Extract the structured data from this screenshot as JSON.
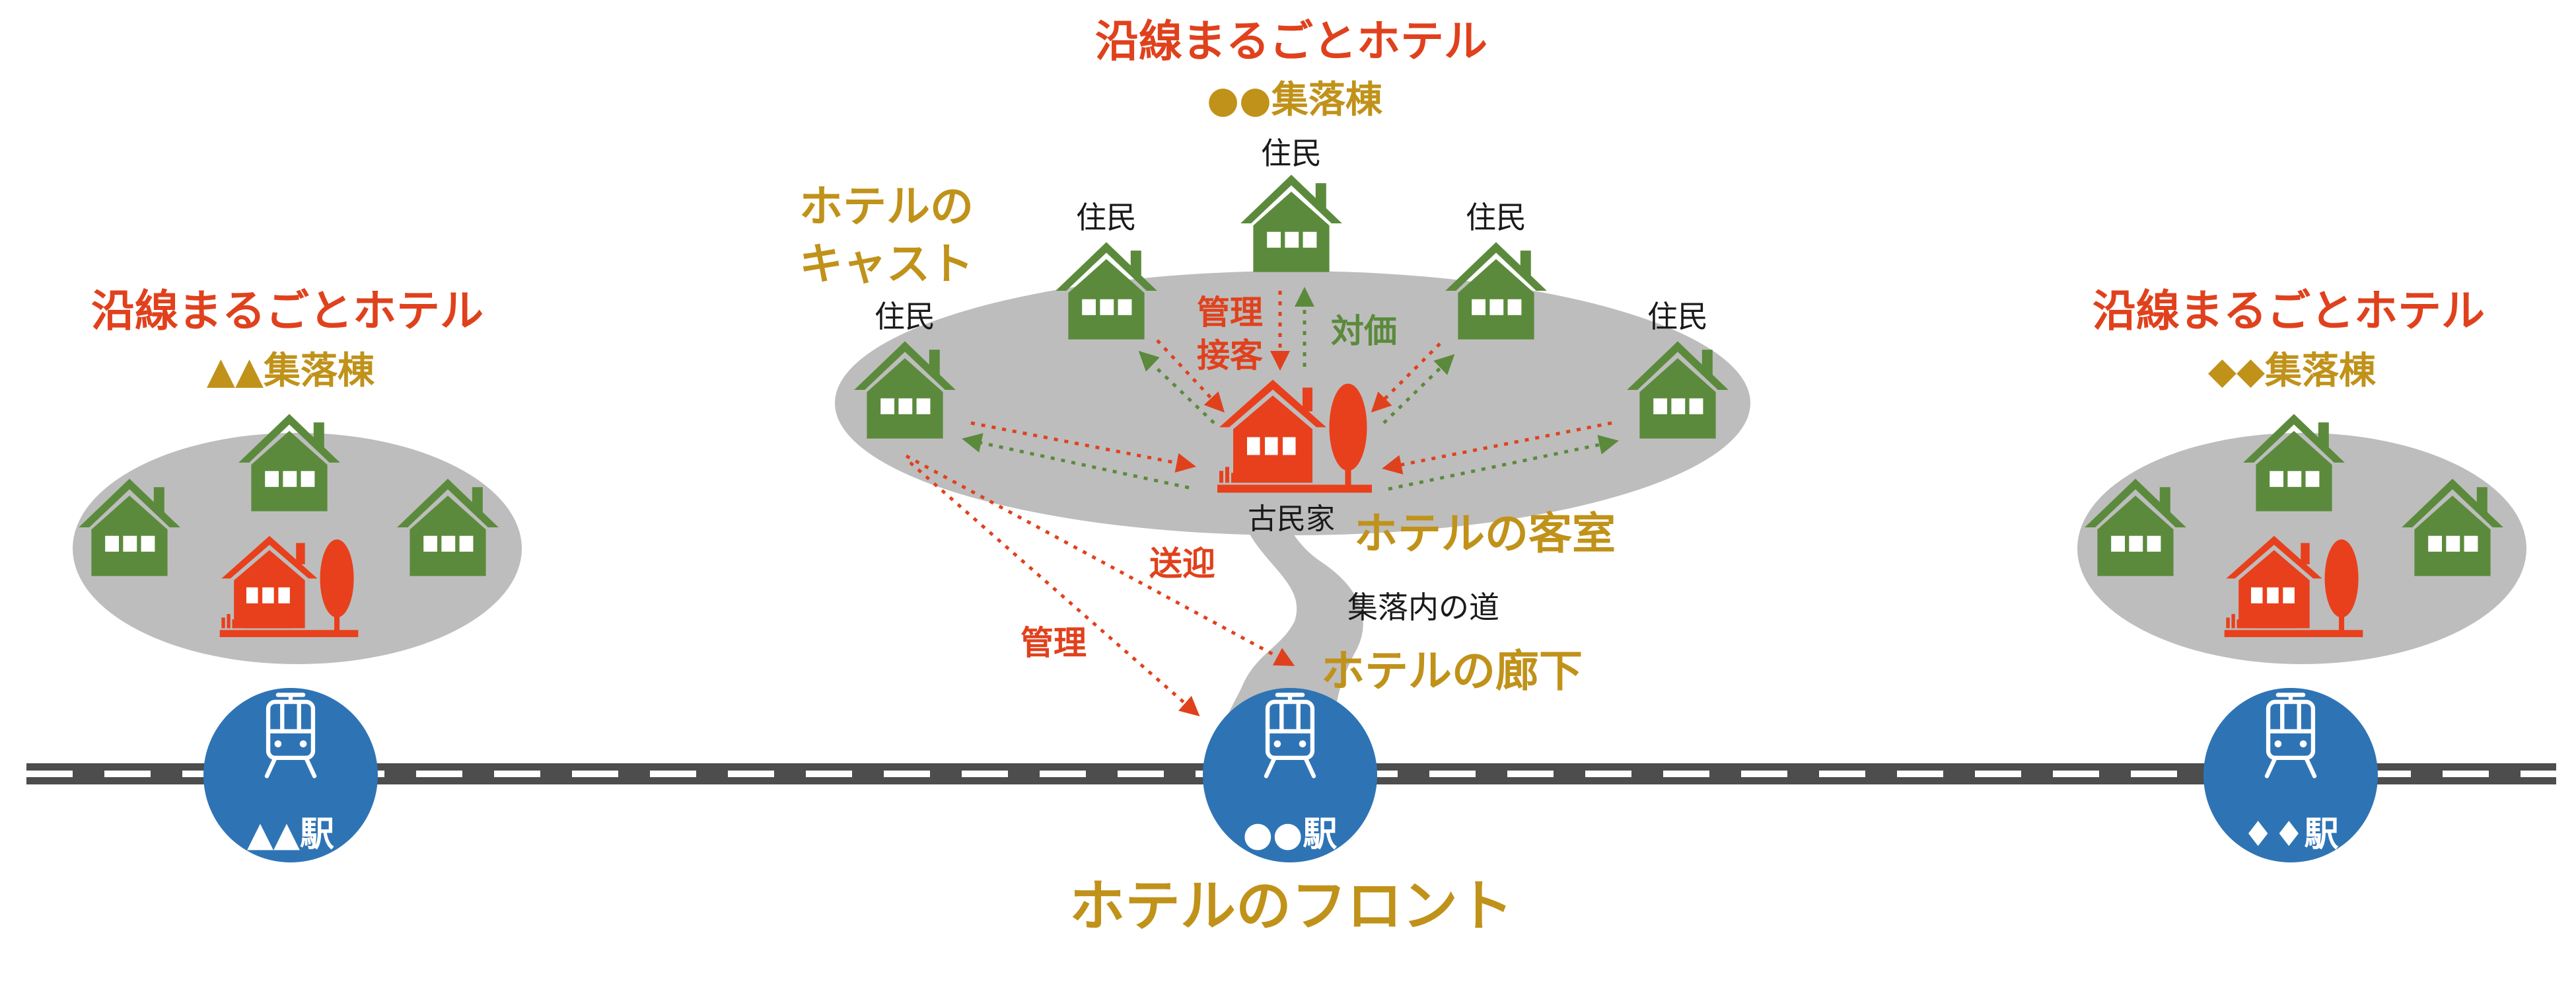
{
  "colors": {
    "title_red": "#e0411d",
    "gold": "#c0921a",
    "house_green": "#5b8a3c",
    "kominka_red": "#e8401c",
    "station_blue": "#2e74b5",
    "cloud_gray": "#bdbdbd",
    "arrow_red": "#e0411d",
    "arrow_green": "#5b8a3c",
    "rail_dark": "#4d4d4d"
  },
  "icons": {
    "resident_house": "green-house-icon",
    "old_house": "red-kominka-icon",
    "station": "train-icon"
  },
  "clusters": {
    "left": {
      "title": "沿線まるごとホテル",
      "subtitle": "▲▲集落棟"
    },
    "center": {
      "title": "沿線まるごとホテル",
      "subtitle": "●●集落棟"
    },
    "right": {
      "title": "沿線まるごとホテル",
      "subtitle": "◆◆集落棟"
    }
  },
  "center_labels": {
    "cast_line1": "ホテルの",
    "cast_line2": "キャスト",
    "resident": "住民",
    "old_house": "古民家",
    "room": "ホテルの客室",
    "manage_line1": "管理",
    "manage_line2": "接客",
    "payment": "対価",
    "pickup": "送迎",
    "manage": "管理",
    "road": "集落内の道",
    "corridor": "ホテルの廊下"
  },
  "stations": {
    "left": "▲▲駅",
    "center": "●●駅",
    "right": "♦♦駅"
  },
  "front": "ホテルのフロント"
}
